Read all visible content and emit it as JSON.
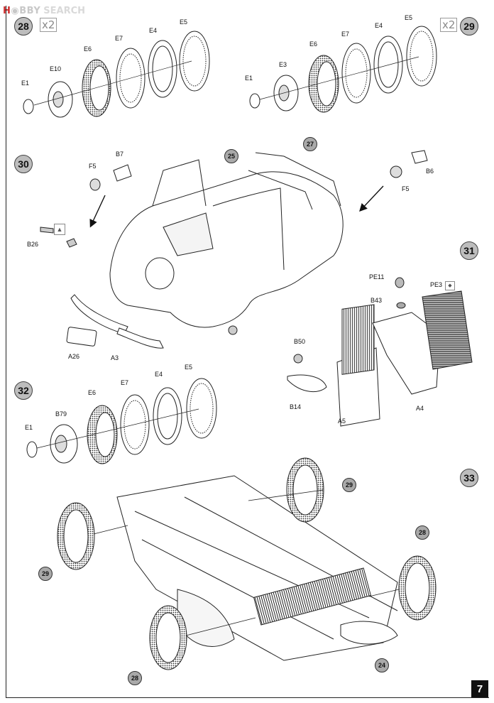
{
  "watermark": {
    "logo_prefix": "H",
    "logo_rest": "BBY",
    "search": "SEARCH"
  },
  "steps": {
    "s28": "28",
    "s29": "29",
    "s30": "30",
    "s31": "31",
    "s32": "32",
    "s33": "33"
  },
  "multipliers": {
    "x2_left": "x2",
    "x2_right": "x2"
  },
  "step28_parts": {
    "e1": "E1",
    "e10": "E10",
    "e6": "E6",
    "e7": "E7",
    "e4": "E4",
    "e5": "E5"
  },
  "step29_parts": {
    "e1": "E1",
    "e3": "E3",
    "e6": "E6",
    "e7": "E7",
    "e4": "E4",
    "e5": "E5"
  },
  "step30_parts": {
    "f5_left": "F5",
    "b7": "B7",
    "b26": "B26",
    "a26": "A26",
    "a3": "A3",
    "f5_right": "F5",
    "b6": "B6",
    "ref25": "25",
    "ref27": "27"
  },
  "step31_parts": {
    "pe11": "PE11",
    "pe3": "PE3",
    "b43": "B43",
    "b50": "B50",
    "b14": "B14",
    "a5": "A5",
    "a4": "A4"
  },
  "step32_parts": {
    "e1": "E1",
    "b79": "B79",
    "e6": "E6",
    "e7": "E7",
    "e4": "E4",
    "e5": "E5"
  },
  "step33_refs": {
    "r29_top": "29",
    "r29_left": "29",
    "r28_right": "28",
    "r28_bottom": "28",
    "r24": "24"
  },
  "page_number": "7",
  "colors": {
    "step_circle": "#bdbdbd",
    "ref_circle": "#a9a9a9",
    "watermark_red": "#cf2a2a"
  },
  "icons": [
    "watermark-logo",
    "wheel-drawing",
    "tire-drawing",
    "car-body-drawing",
    "radiator-drawing",
    "chassis-drawing",
    "arrow-icon",
    "glue-icon",
    "paint-icon"
  ]
}
